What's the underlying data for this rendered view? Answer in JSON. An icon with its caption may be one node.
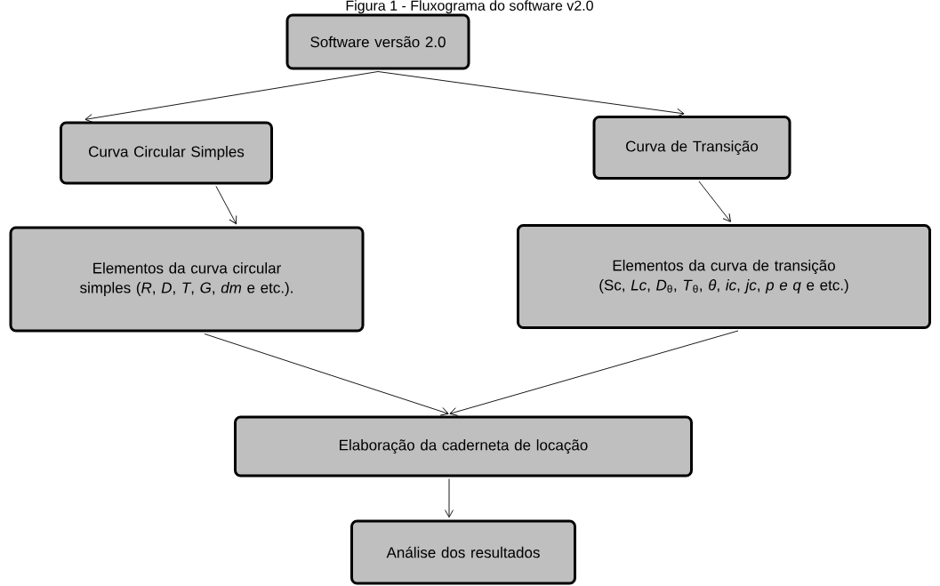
{
  "diagram": {
    "title": "Figura 1 - Fluxograma do software v2.0",
    "nodes": [
      {
        "text": [
          "Software versão 2.0"
        ]
      },
      {
        "text": [
          "Curva Circular Simples"
        ]
      },
      {
        "text": [
          "Curva de Transição"
        ]
      },
      {
        "text": [
          "Elementos da curva circular simples (*R*, *D*, *T*, *G*, *dm* e etc.)."
        ]
      },
      {
        "text": [
          "Elementos da curva de transição (Sc, *Lc*, *D*$_{θ}$, *T*$_{θ}$, *θ*, *ic*, *jc*, *p e q* e etc.)"
        ]
      },
      {
        "text": [
          "Elaboração da caderneta de locação"
        ]
      },
      {
        "text": [
          "Análise dos resultados"
        ]
      }
    ],
    "edges": [
      {
        "from": 0,
        "to": 1,
        "arrow": "to"
      },
      {
        "from": 0,
        "to": 2,
        "arrow": "to"
      },
      {
        "from": 1,
        "to": 3,
        "arrow": "to"
      },
      {
        "from": 2,
        "to": 4,
        "arrow": "to"
      },
      {
        "from": 3,
        "to": 5,
        "arrow": "to"
      },
      {
        "from": 4,
        "to": 5,
        "arrow": "to"
      },
      {
        "from": 5,
        "to": 6,
        "arrow": "to"
      }
    ]
  }
}
